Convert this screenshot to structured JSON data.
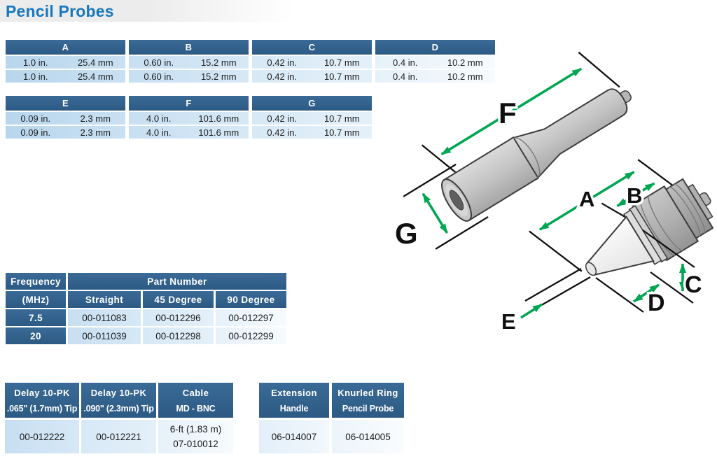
{
  "page": {
    "title": "Pencil Probes"
  },
  "colors": {
    "title_blue": "#1878BE",
    "header_blue": "#2E5C86",
    "row_blue_light": "#C8E0F2",
    "dimension_green": "#00A651"
  },
  "t1": {
    "headers": [
      "A",
      "B",
      "C",
      "D"
    ],
    "r1": [
      [
        "1.0 in.",
        "25.4 mm"
      ],
      [
        "0.60 in.",
        "15.2 mm"
      ],
      [
        "0.42 in.",
        "10.7 mm"
      ],
      [
        "0.4 in.",
        "10.2 mm"
      ]
    ],
    "r2": [
      [
        "1.0 in.",
        "25.4 mm"
      ],
      [
        "0.60 in.",
        "15.2 mm"
      ],
      [
        "0.42 in.",
        "10.7 mm"
      ],
      [
        "0.4 in.",
        "10.2 mm"
      ]
    ]
  },
  "t2": {
    "headers": [
      "E",
      "F",
      "G"
    ],
    "r1": [
      [
        "0.09 in.",
        "2.3 mm"
      ],
      [
        "4.0 in.",
        "101.6 mm"
      ],
      [
        "0.42 in.",
        "10.7 mm"
      ]
    ],
    "r2": [
      [
        "0.09 in.",
        "2.3 mm"
      ],
      [
        "4.0 in.",
        "101.6 mm"
      ],
      [
        "0.42 in.",
        "10.7 mm"
      ]
    ]
  },
  "freq": {
    "h_freq1": "Frequency",
    "h_freq2": "(MHz)",
    "h_part": "Part Number",
    "h_sub": [
      "Straight",
      "45 Degree",
      "90 Degree"
    ],
    "rows": [
      [
        "7.5",
        "00-011083",
        "00-012296",
        "00-012297"
      ],
      [
        "20",
        "00-011039",
        "00-012298",
        "00-012299"
      ]
    ]
  },
  "delay": {
    "h": [
      [
        "Delay 10-PK",
        ".065\" (1.7mm) Tip"
      ],
      [
        "Delay 10-PK",
        ".090\" (2.3mm) Tip"
      ],
      [
        "Cable",
        "MD - BNC"
      ]
    ],
    "v": [
      "00-012222",
      "00-012221"
    ],
    "cable_v": [
      "6-ft (1.83 m)",
      "07-010012"
    ]
  },
  "handle": {
    "h": [
      [
        "Extension",
        "Handle"
      ],
      [
        "Knurled Ring",
        "Pencil Probe"
      ]
    ],
    "v": [
      "06-014007",
      "06-014005"
    ]
  },
  "diagram": {
    "labels": {
      "a": "A",
      "b": "B",
      "c": "C",
      "d": "D",
      "e": "E",
      "f": "F",
      "g": "G"
    },
    "arrow_color": "#00A651"
  }
}
